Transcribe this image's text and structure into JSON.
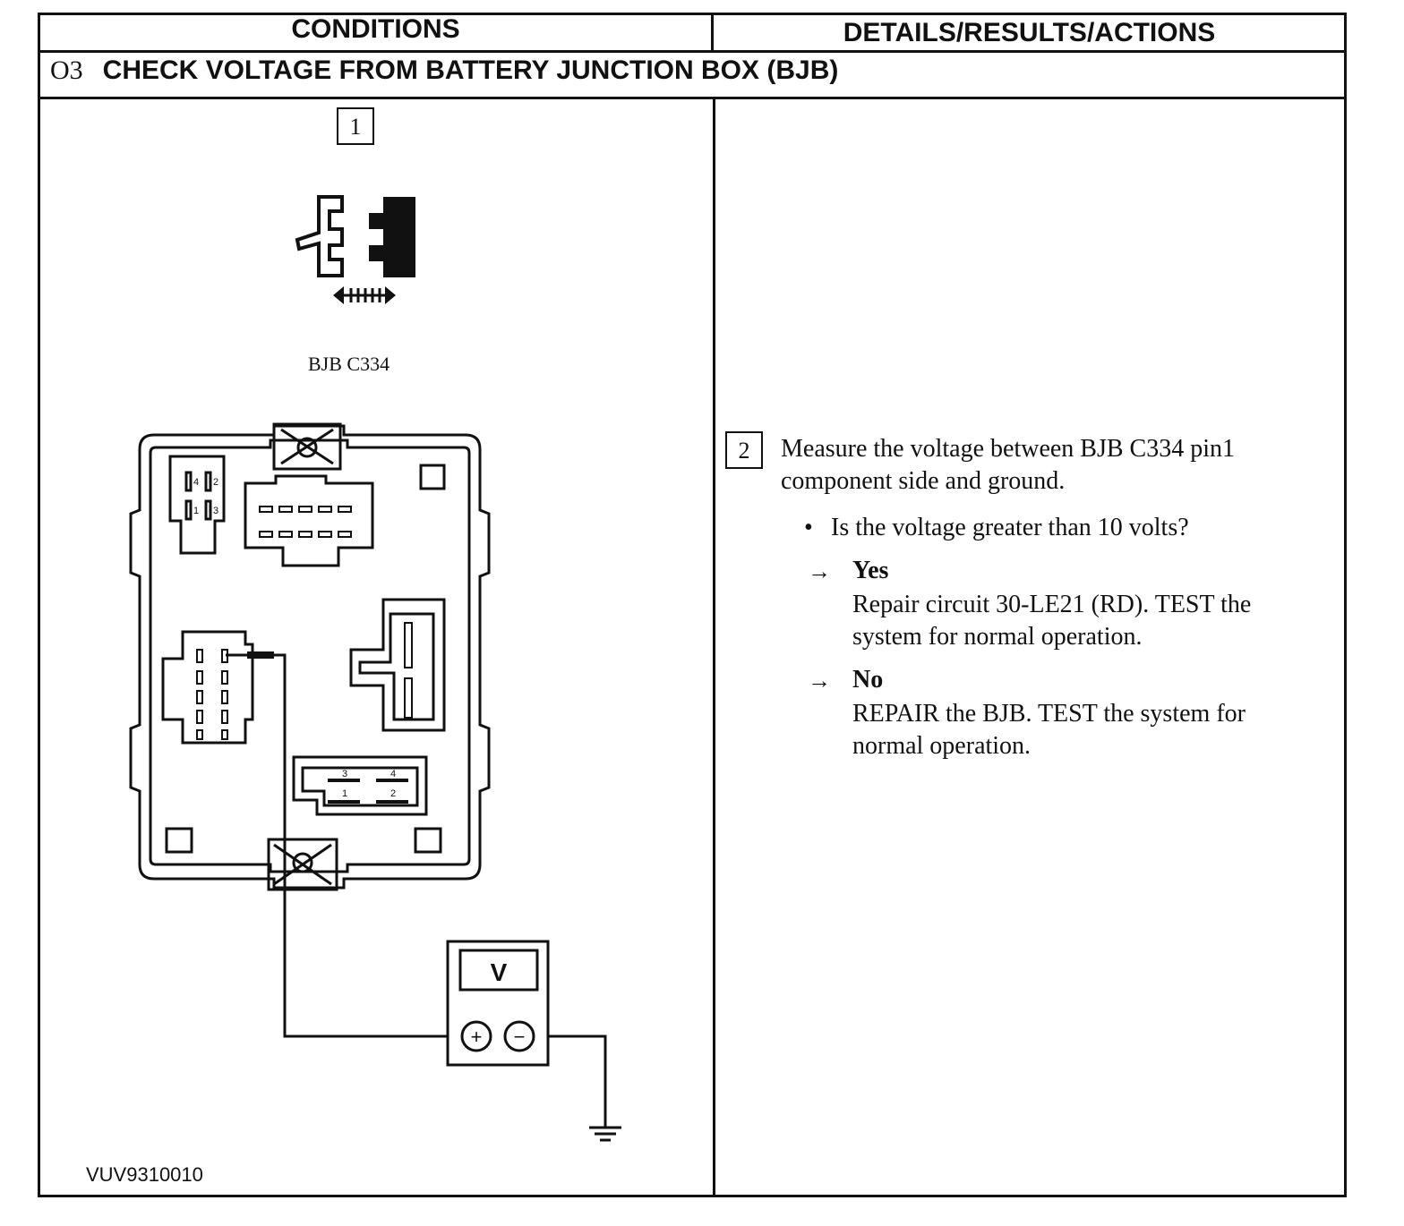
{
  "header": {
    "conditions_label": "CONDITIONS",
    "details_label": "DETAILS/RESULTS/ACTIONS"
  },
  "step": {
    "number": "O3",
    "title": "CHECK VOLTAGE FROM BATTERY JUNCTION BOX (BJB)"
  },
  "left": {
    "step_box": "1",
    "connector_caption": "BJB C334",
    "meter_label": "V",
    "meter_plus": "+",
    "meter_minus": "−",
    "connector_pins": [
      "4",
      "2",
      "1",
      "3"
    ],
    "relay_pins": [
      "3",
      "4",
      "1",
      "2"
    ],
    "figure_id": "VUV9310010"
  },
  "right": {
    "step_box": "2",
    "instruction": "Measure the voltage between BJB C334 pin1 component side and ground.",
    "question": "Is the voltage greater than 10 volts?",
    "bullet": "•",
    "arrow": "→",
    "yes_label": "Yes",
    "yes_action": "Repair circuit 30-LE21 (RD). TEST the system for normal operation.",
    "no_label": "No",
    "no_action": "REPAIR the BJB. TEST the system for normal operation."
  }
}
